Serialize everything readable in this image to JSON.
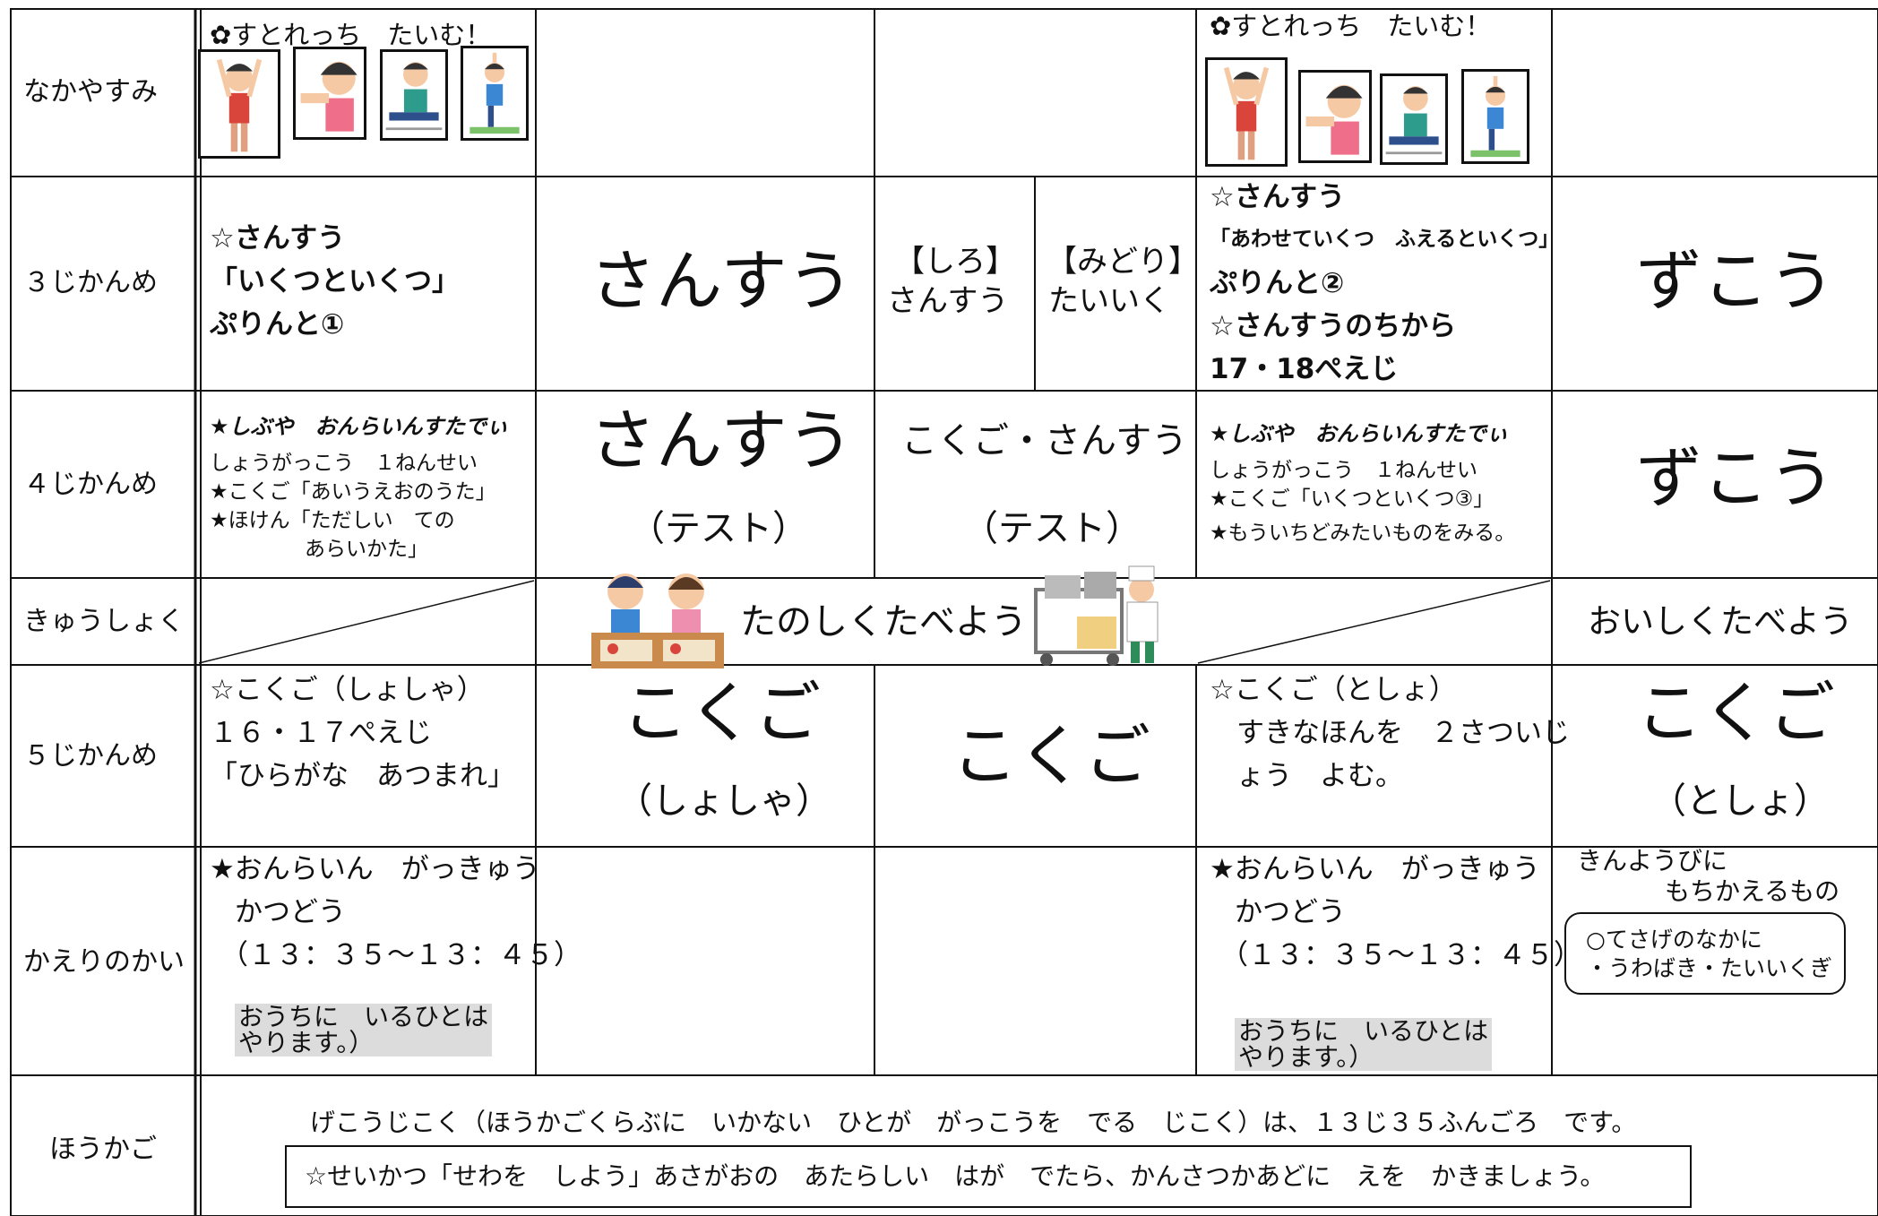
{
  "rows": {
    "nakayasumi": "なかやすみ",
    "period3": "３じかんめ",
    "period4": "４じかんめ",
    "lunch": "きゅうしょく",
    "period5": "５じかんめ",
    "kaeri": "かえりのかい",
    "houkago": "ほうかご"
  },
  "nakayasumi": {
    "mon_title": "✿すとれっち　たいむ！",
    "thu_title": "✿すとれっち　たいむ！"
  },
  "p3": {
    "mon": [
      "☆さんすう",
      "「いくつといくつ」",
      "ぷりんと①"
    ],
    "tue": "さんすう",
    "wed_a": [
      "【しろ】",
      "さんすう"
    ],
    "wed_b": [
      "【みどり】",
      "たいいく"
    ],
    "thu": [
      "☆さんすう",
      "「あわせていくつ　ふえるといくつ」",
      "ぷりんと②",
      "☆さんすうのちから",
      "17・18ぺえじ"
    ],
    "fri": "ずこう"
  },
  "p4": {
    "mon": [
      "★しぶや　おんらいんすたでぃ",
      "しょうがっこう　１ねんせい",
      "★こくご「あいうえおのうた」",
      "★ほけん「ただしい　ての",
      "あらいかた」"
    ],
    "tue": [
      "さんすう",
      "（テスト）"
    ],
    "wed": [
      "こくご・さんすう",
      "（テスト）"
    ],
    "thu": [
      "★しぶや　おんらいんすたでぃ",
      "しょうがっこう　１ねんせい",
      "★こくご「いくつといくつ③」",
      "★もういちどみたいものをみる。"
    ],
    "fri": "ずこう"
  },
  "lunch": {
    "middle": "たのしくたべよう",
    "fri": "おいしくたべよう"
  },
  "p5": {
    "mon": [
      "☆こくご（しょしゃ）",
      "１６・１７ぺえじ",
      "「ひらがな　あつまれ」"
    ],
    "tue": [
      "こくご",
      "（しょしゃ）"
    ],
    "wed": "こくご",
    "thu": [
      "☆こくご（としょ）",
      "すきなほんを　２さついじ",
      "ょう　よむ。"
    ],
    "fri": [
      "こくご",
      "（としょ）"
    ]
  },
  "kaeri": {
    "mon": [
      "★おんらいん　がっきゅう",
      "かつどう",
      "（１３：３５～１３：４５）"
    ],
    "mon_note": "おうちに　いるひとは\nやります。）",
    "thu": [
      "★おんらいん　がっきゅう",
      "かつどう",
      "（１３：３５～１３：４５）"
    ],
    "thu_note": "おうちに　いるひとは\nやります。）",
    "fri_head": [
      "きんようびに",
      "もちかえるもの"
    ],
    "fri_box": [
      "○てさげのなかに",
      "・うわばき・たいいくぎ"
    ]
  },
  "houkago": {
    "line1": "げこうじこく（ほうかごくらぶに　いかない　ひとが　がっこうを　でる　じこく）は、１３じ３５ふんごろ　です。",
    "line2": "☆せいかつ「せわを　しよう」あさがおの　あたらしい　はが　でたら、かんさつかあどに　えを　かきましょう。"
  }
}
